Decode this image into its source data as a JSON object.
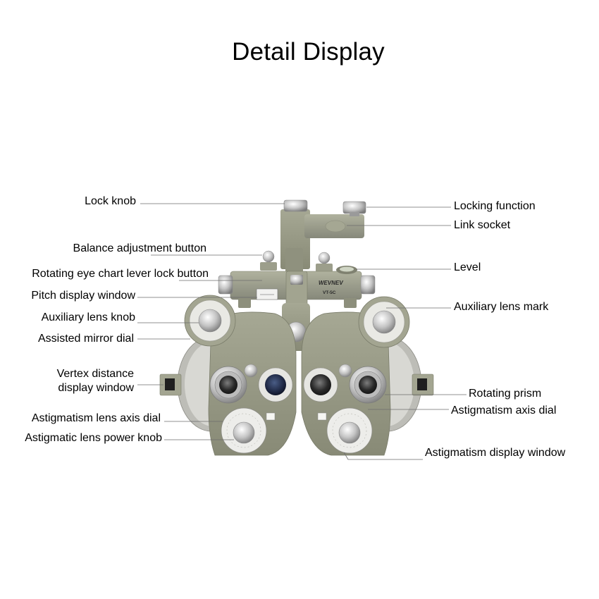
{
  "title": "Detail Display",
  "device": {
    "brand": "WEVNEV",
    "model": "VT-5C",
    "body_color": "#9b9d8a",
    "body_shadow": "#7c7e6b",
    "chrome_color": "#c9c9c9"
  },
  "labels_left": [
    "Lock knob",
    "Balance adjustment button",
    "Rotating eye chart lever lock button",
    "Pitch display window",
    "Auxiliary lens knob",
    "Assisted mirror dial",
    "Vertex distance display window",
    "Astigmatism lens axis dial",
    "Astigmatic lens power knob"
  ],
  "labels_right": [
    "Locking function",
    "Link socket",
    "Level",
    "Auxiliary lens mark",
    "Rotating prism",
    "Astigmatism axis dial",
    "Astigmatism display window"
  ]
}
